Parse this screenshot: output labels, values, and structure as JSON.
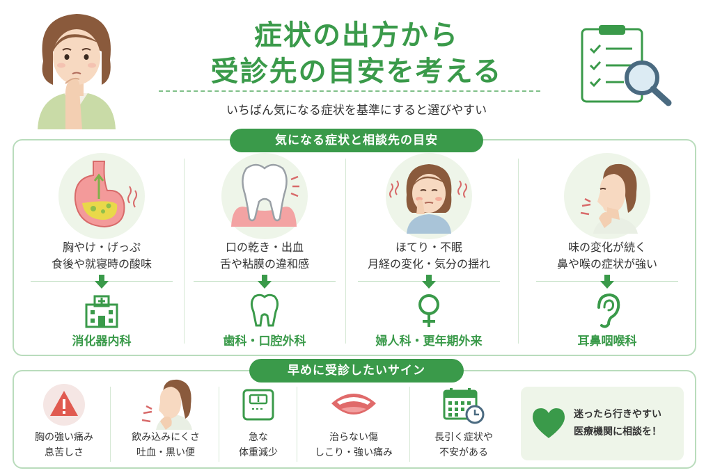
{
  "header": {
    "title_line1": "症状の出方から",
    "title_line2": "受診先の目安を考える",
    "subtitle": "いちばん気になる症状を基準にすると選びやすい"
  },
  "section1": {
    "label": "気になる症状と相談先の目安",
    "columns": [
      {
        "symptom_line1": "胸やけ・げっぷ",
        "symptom_line2": "食後や就寝時の酸味",
        "department": "消化器内科",
        "illustration": "stomach-icon",
        "dept_icon": "hospital-icon"
      },
      {
        "symptom_line1": "口の乾き・出血",
        "symptom_line2": "舌や粘膜の違和感",
        "department": "歯科・口腔外科",
        "illustration": "tooth-gum-icon",
        "dept_icon": "tooth-icon"
      },
      {
        "symptom_line1": "ほてり・不眠",
        "symptom_line2": "月経の変化・気分の揺れ",
        "department": "婦人科・更年期外来",
        "illustration": "woman-flushed-icon",
        "dept_icon": "female-symbol-icon"
      },
      {
        "symptom_line1": "味の変化が続く",
        "symptom_line2": "鼻や喉の症状が強い",
        "department": "耳鼻咽喉科",
        "illustration": "woman-throat-icon",
        "dept_icon": "ear-icon"
      }
    ]
  },
  "section2": {
    "label": "早めに受診したいサイン",
    "signs": [
      {
        "line1": "胸の強い痛み",
        "line2": "息苦しさ",
        "icon": "warning-icon"
      },
      {
        "line1": "飲み込みにくさ",
        "line2": "吐血・黒い便",
        "icon": "throat-pain-icon"
      },
      {
        "line1": "急な",
        "line2": "体重減少",
        "icon": "scale-icon"
      },
      {
        "line1": "治らない傷",
        "line2": "しこり・強い痛み",
        "icon": "mouth-icon"
      },
      {
        "line1": "長引く症状や",
        "line2": "不安がある",
        "icon": "calendar-clock-icon"
      }
    ],
    "note_line1": "迷ったら行きやすい",
    "note_line2": "医療機関に相談を！",
    "note_icon": "heart-icon"
  },
  "colors": {
    "accent": "#3a9a4a",
    "panel_border": "#b9dcbc",
    "tint": "#eef5e9",
    "warning": "#e05a50"
  }
}
